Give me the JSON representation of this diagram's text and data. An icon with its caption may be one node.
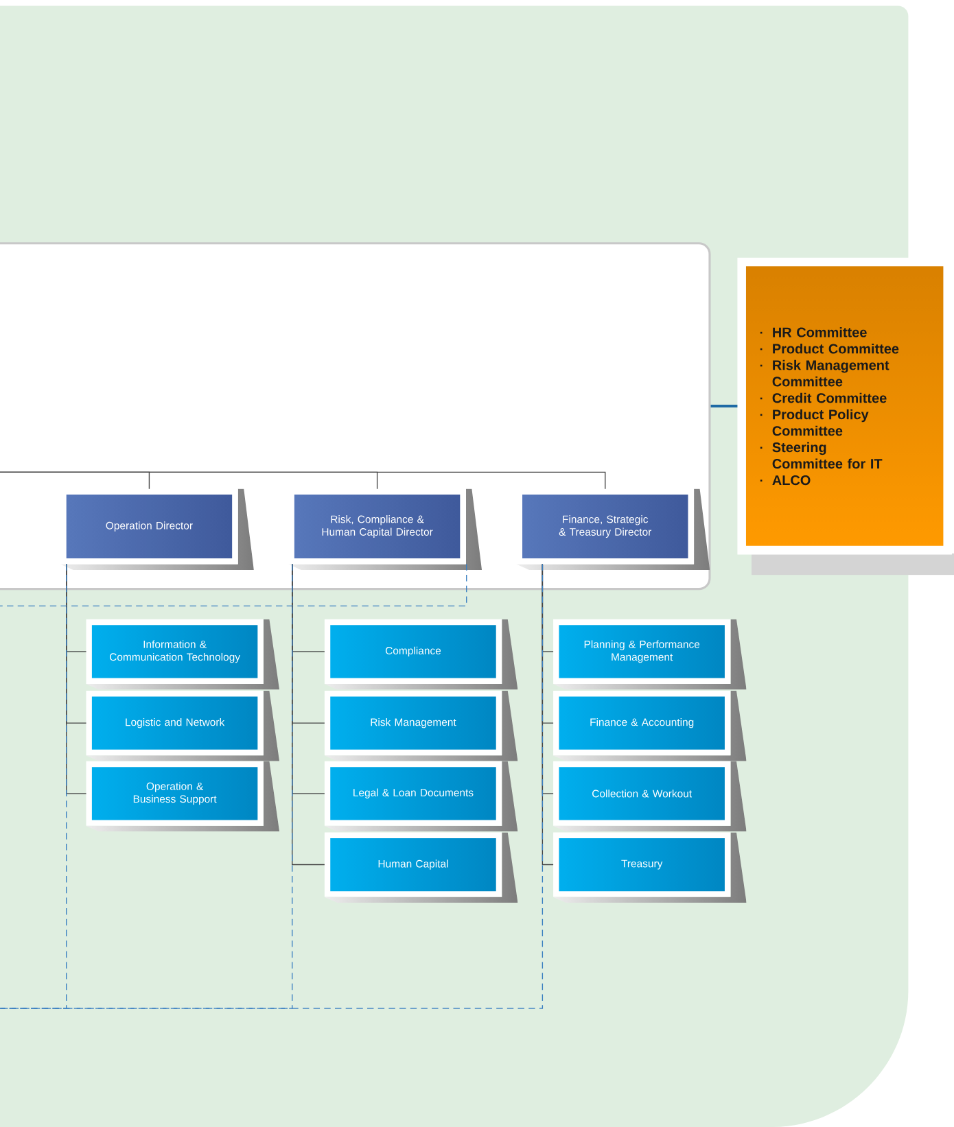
{
  "diagram": {
    "nodes": [
      {
        "text": [],
        "shape": "box"
      },
      {
        "text": [
          "HR Committee",
          "Product Committee",
          "Risk Management Committee",
          "Credit Committee",
          "Product Policy Committee",
          "Steering Committee for IT",
          "ALCO"
        ]
      },
      {
        "text": [
          "Operation Director"
        ],
        "in": 0
      },
      {
        "text": [
          "Risk, Compliance & Human Capital Director"
        ],
        "in": 0
      },
      {
        "text": [
          "Finance, Strategic & Treasury Director"
        ],
        "in": 0
      },
      {
        "text": [
          "Information & Communication Technology"
        ]
      },
      {
        "text": [
          "Logistic and Network"
        ]
      },
      {
        "text": [
          "Operation & Business Support"
        ]
      },
      {
        "text": [
          "Compliance"
        ]
      },
      {
        "text": [
          "Risk Management"
        ]
      },
      {
        "text": [
          "Legal & Loan Documents"
        ]
      },
      {
        "text": [
          "Human Capital"
        ]
      },
      {
        "text": [
          "Planning & Performance Management"
        ]
      },
      {
        "text": [
          "Finance & Accounting"
        ]
      },
      {
        "text": [
          "Collection & Workout"
        ]
      },
      {
        "text": [
          "Treasury"
        ]
      }
    ],
    "edges": [
      {
        "from": null,
        "to": 2,
        "arrow": "none"
      },
      {
        "from": null,
        "to": 3,
        "arrow": "none"
      },
      {
        "from": null,
        "to": 4,
        "arrow": "none"
      },
      {
        "from": 0,
        "to": 1,
        "arrow": "none",
        "style": "thick",
        "color": "#1f6aa5"
      },
      {
        "from": 2,
        "to": 5,
        "arrow": "none"
      },
      {
        "from": 2,
        "to": 6,
        "arrow": "none"
      },
      {
        "from": 2,
        "to": 7,
        "arrow": "none"
      },
      {
        "from": 3,
        "to": 8,
        "arrow": "none"
      },
      {
        "from": 3,
        "to": 9,
        "arrow": "none"
      },
      {
        "from": 3,
        "to": 10,
        "arrow": "none"
      },
      {
        "from": 3,
        "to": 11,
        "arrow": "none"
      },
      {
        "from": 4,
        "to": 12,
        "arrow": "none"
      },
      {
        "from": 4,
        "to": 13,
        "arrow": "none"
      },
      {
        "from": 4,
        "to": 14,
        "arrow": "none"
      },
      {
        "from": 4,
        "to": 15,
        "arrow": "none"
      },
      {
        "from": 2,
        "to": null,
        "arrow": "none",
        "style": "dashed",
        "color": "#3a7fc1"
      },
      {
        "from": 3,
        "to": null,
        "arrow": "none",
        "style": "dashed",
        "color": "#3a7fc1"
      },
      {
        "from": 3,
        "to": null,
        "arrow": "none",
        "style": "dashed",
        "color": "#3a7fc1"
      },
      {
        "from": 4,
        "to": null,
        "arrow": "none",
        "style": "dashed",
        "color": "#3a7fc1"
      }
    ]
  }
}
